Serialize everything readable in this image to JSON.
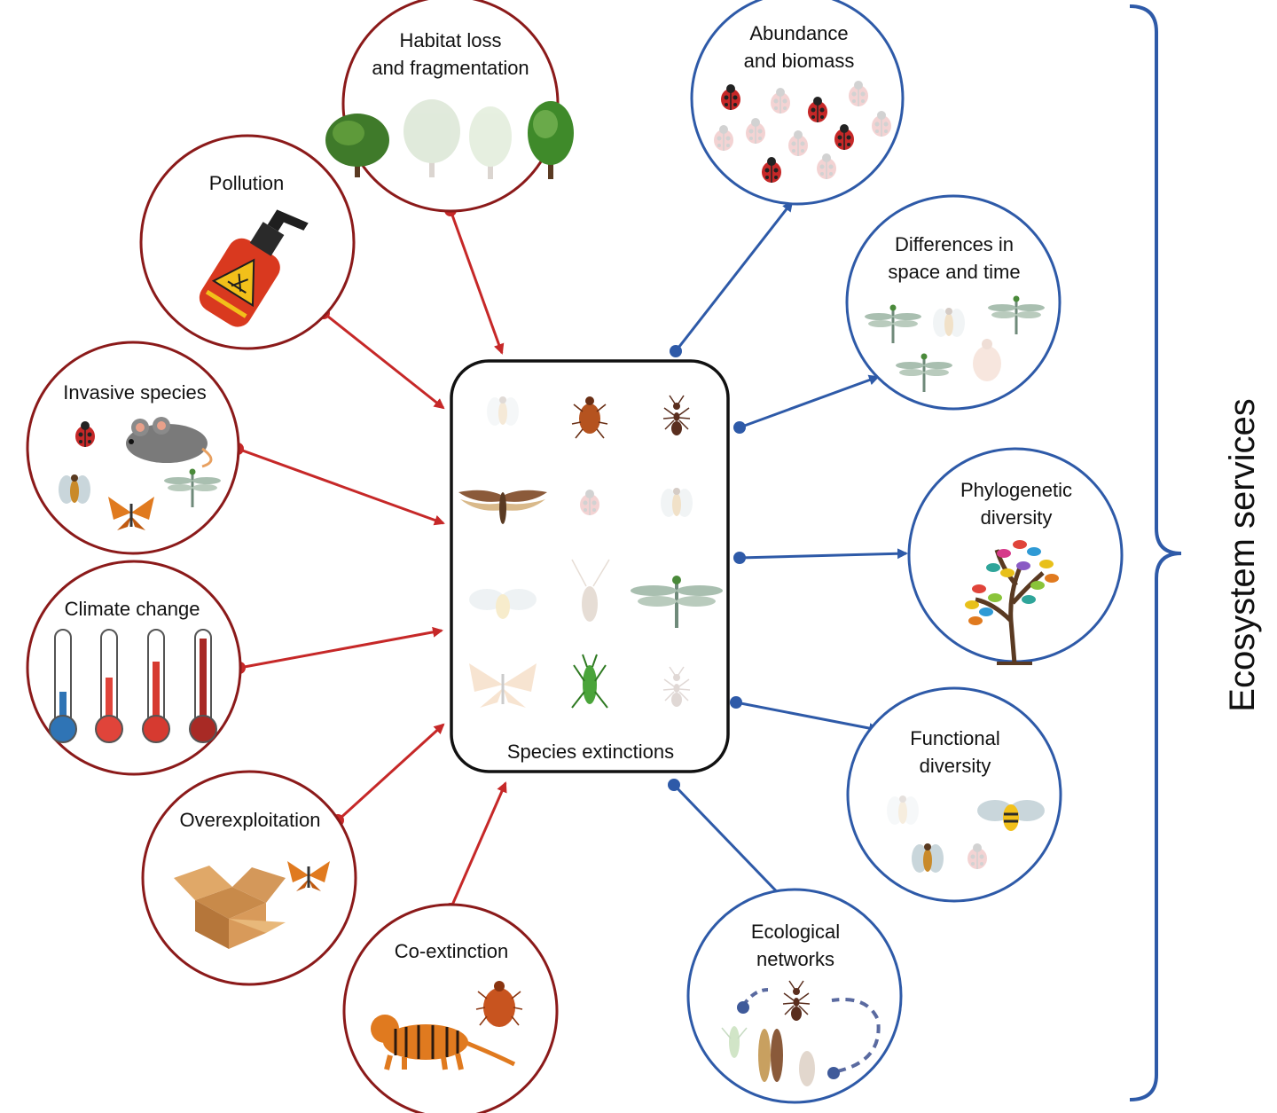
{
  "center": {
    "label": "Species extinctions"
  },
  "drivers": {
    "habitat": {
      "line1": "Habitat loss",
      "line2": "and fragmentation",
      "icon": "trees-icon"
    },
    "pollution": {
      "line1": "Pollution",
      "icon": "pesticide-sprayer-icon"
    },
    "invasive": {
      "line1": "Invasive species",
      "icon": "mouse-and-insects-icon"
    },
    "climate": {
      "line1": "Climate change",
      "icon": "thermometers-icon"
    },
    "overexploitation": {
      "line1": "Overexploitation",
      "icon": "box-and-butterfly-icon"
    },
    "coextinction": {
      "line1": "Co-extinction",
      "icon": "tiger-and-tick-icon"
    }
  },
  "consequences": {
    "abundance": {
      "line1": "Abundance",
      "line2": "and biomass",
      "icon": "ladybirds-icon"
    },
    "space_time": {
      "line1": "Differences in",
      "line2": "space and time",
      "icon": "dragonflies-icon"
    },
    "phylogenetic": {
      "line1": "Phylogenetic",
      "line2": "diversity",
      "icon": "colorful-tree-icon"
    },
    "functional": {
      "line1": "Functional",
      "line2": "diversity",
      "icon": "pollinators-icon"
    },
    "ecological": {
      "line1": "Ecological",
      "line2": "networks",
      "icon": "interaction-network-icon"
    }
  },
  "bracket_label": "Ecosystem services",
  "colors": {
    "driver": "#c62828",
    "driver_ring": "#8b1a1a",
    "consequence": "#2e5aa8",
    "text": "#111111"
  }
}
